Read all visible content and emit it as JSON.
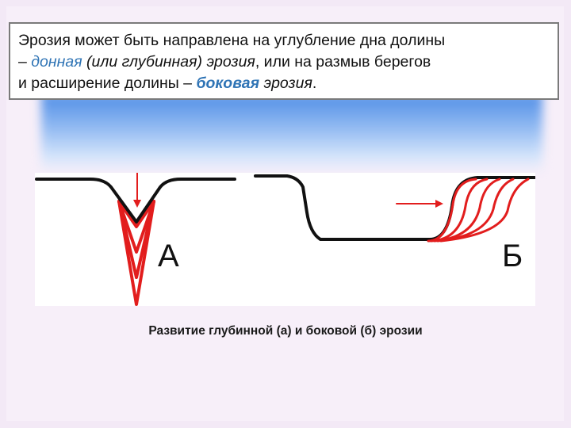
{
  "paragraph": {
    "line1": "Эрозия может быть направлена на углубление дна долины",
    "line2_dash": "– ",
    "line2_term1": "донная",
    "line2_term2": " (или глубинная) эрозия",
    "line2_rest": ", или на размыв берегов",
    "line3_start": "и расширение долины – ",
    "line3_term1": "боковая",
    "line3_term2": " эрозия",
    "line3_end": "."
  },
  "diagram": {
    "label_a": "А",
    "label_b": "Б"
  },
  "caption": "Развитие глубинной (а) и боковой (б) эрозии",
  "colors": {
    "term_blue": "#2f74b5",
    "erosion_red": "#e21d1d",
    "profile_black": "#111111"
  }
}
